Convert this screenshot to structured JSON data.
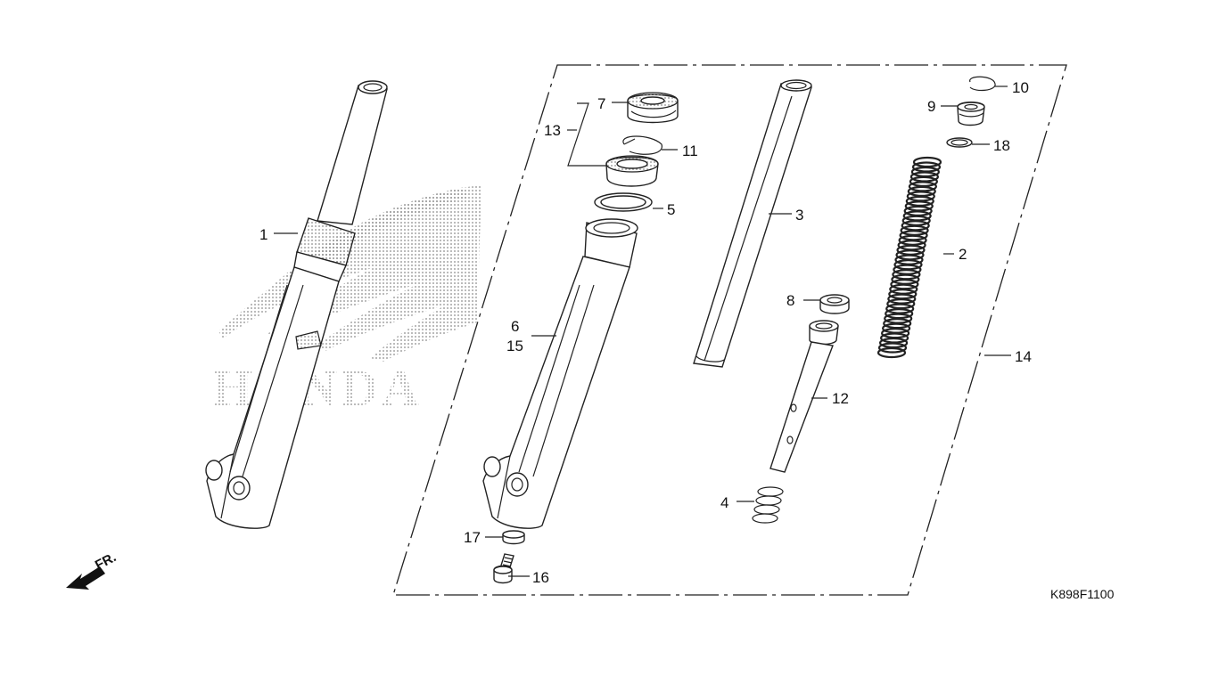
{
  "watermark": {
    "text": "HONDA"
  },
  "diagram_code": "K898F1100",
  "direction_label": "FR.",
  "callouts": [
    {
      "id": "1",
      "label": "1"
    },
    {
      "id": "2",
      "label": "2"
    },
    {
      "id": "3",
      "label": "3"
    },
    {
      "id": "4",
      "label": "4"
    },
    {
      "id": "5",
      "label": "5"
    },
    {
      "id": "6",
      "label": "6"
    },
    {
      "id": "7",
      "label": "7"
    },
    {
      "id": "8",
      "label": "8"
    },
    {
      "id": "9",
      "label": "9"
    },
    {
      "id": "10",
      "label": "10"
    },
    {
      "id": "11",
      "label": "11"
    },
    {
      "id": "12",
      "label": "12"
    },
    {
      "id": "13",
      "label": "13"
    },
    {
      "id": "14",
      "label": "14"
    },
    {
      "id": "15",
      "label": "15"
    },
    {
      "id": "16",
      "label": "16"
    },
    {
      "id": "17",
      "label": "17"
    },
    {
      "id": "18",
      "label": "18"
    }
  ],
  "colors": {
    "line": "#222222",
    "watermark_dots": "#8a8a8a",
    "background": "#ffffff"
  }
}
